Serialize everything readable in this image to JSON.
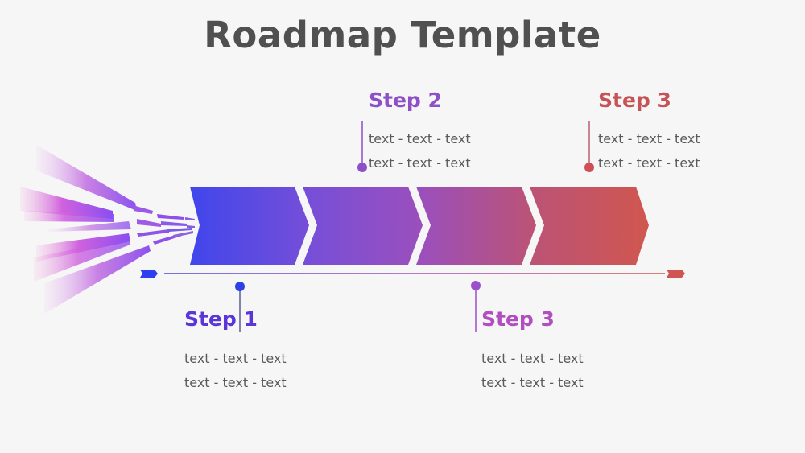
{
  "title": "Roadmap Template",
  "colors": {
    "background": "#f6f6f6",
    "title": "#505050",
    "body_text": "#5a5a5a",
    "gradient_start": "#4046ec",
    "gradient_mid": "#9b4fc0",
    "gradient_end": "#cf5650"
  },
  "timeline": {
    "segments": 4,
    "start_marker_color": "#2e3ff0",
    "end_marker_color": "#cf5650"
  },
  "steps": [
    {
      "label": "Step 1",
      "position": "below",
      "color": "#5a35d8",
      "dot_color": "#2e40e6",
      "lines": [
        "text - text - text",
        "text - text - text"
      ]
    },
    {
      "label": "Step 2",
      "position": "above",
      "color": "#8d50c7",
      "dot_color": "#8d50c7",
      "lines": [
        "text - text - text",
        "text - text - text"
      ]
    },
    {
      "label": "Step 3",
      "position": "below",
      "color": "#b14fc0",
      "dot_color": "#9a4fcc",
      "lines": [
        "text - text - text",
        "text - text - text"
      ]
    },
    {
      "label": "Step 3",
      "position": "above",
      "color": "#c65356",
      "dot_color": "#d04f57",
      "lines": [
        "text - text - text",
        "text - text - text"
      ]
    }
  ]
}
